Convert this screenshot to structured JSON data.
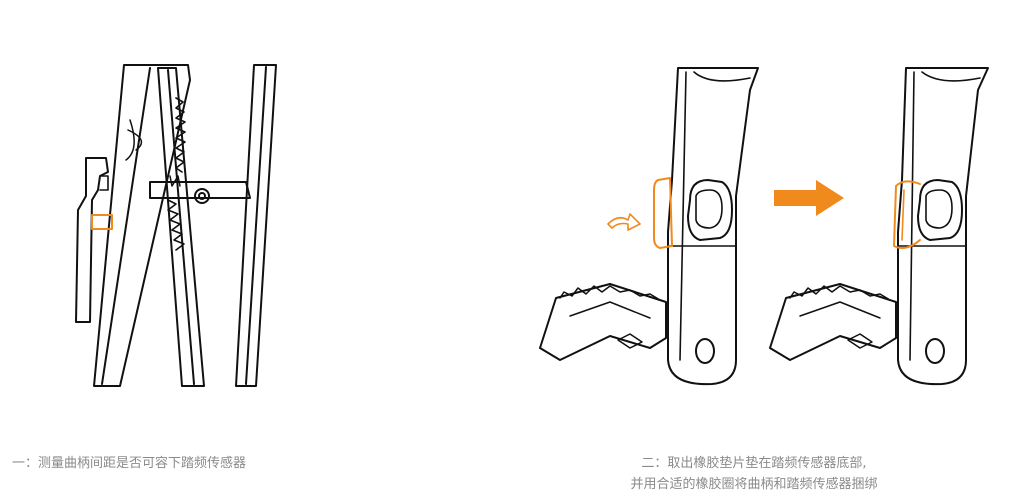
{
  "captions": {
    "step1": "一：测量曲柄间距是否可容下踏频传感器",
    "step2_line1": "二：取出橡胶垫片垫在踏频传感器底部,",
    "step2_line2": "并用合适的橡胶圈将曲柄和踏频传感器捆绑"
  },
  "colors": {
    "accent": "#F08A1C",
    "line": "#111111",
    "caption": "#8a8a8a"
  }
}
